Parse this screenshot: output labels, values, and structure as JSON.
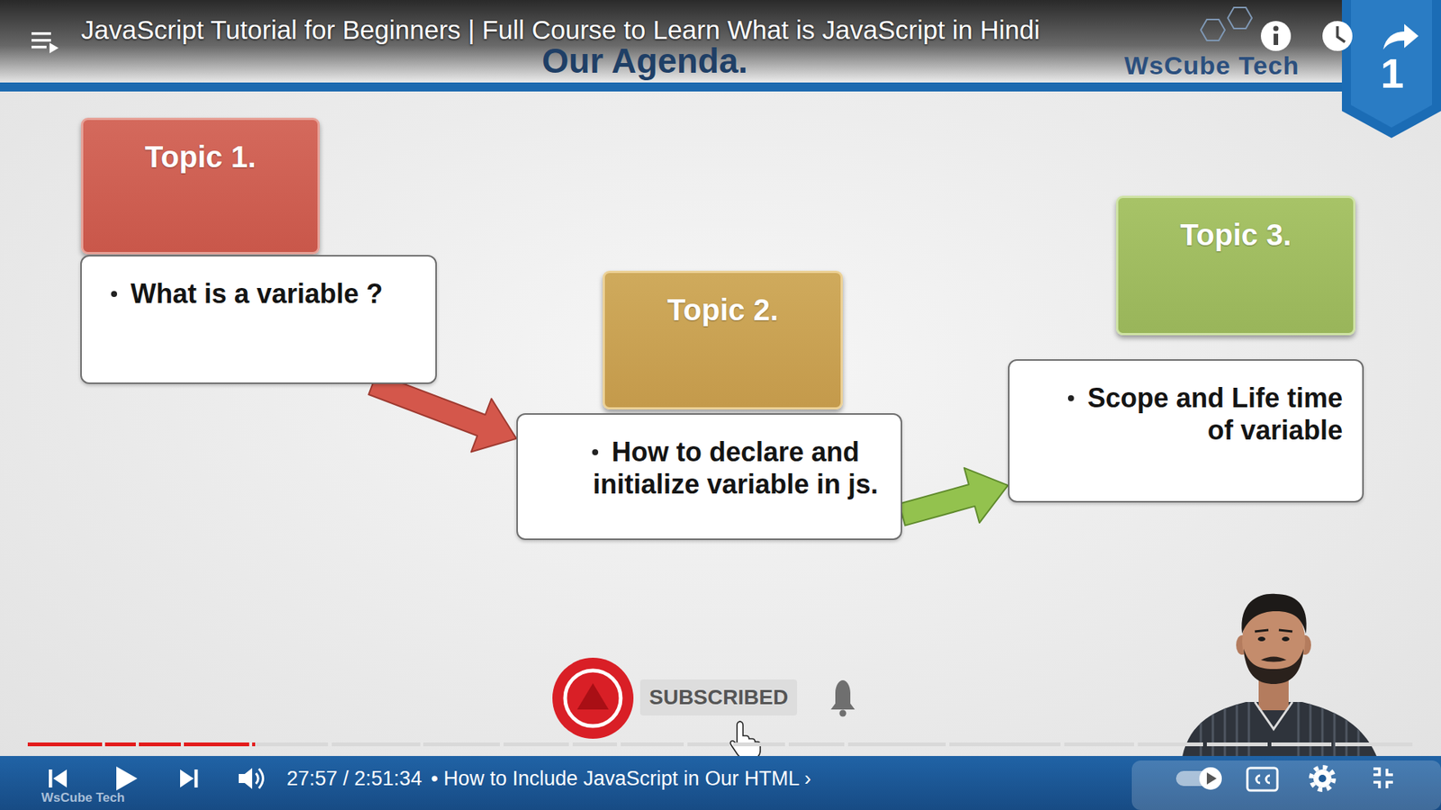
{
  "diagram": {
    "title": "JavaScript Tutorial for Beginners | Full Course to Learn What is JavaScript in Hindi",
    "nodes": [
      {
        "text": [
          "Topic 1."
        ]
      },
      {
        "text": [
          "What is a variable ?"
        ]
      },
      {
        "text": [
          "Topic 2."
        ]
      },
      {
        "text": [
          "How to declare and initialize variable in js."
        ]
      },
      {
        "text": [
          "Topic 3."
        ]
      },
      {
        "text": [
          "Scope and Life time of variable"
        ]
      }
    ],
    "edges": [
      {
        "from": 1,
        "to": 3,
        "arrow": "to"
      },
      {
        "from": 3,
        "to": 5,
        "arrow": "to"
      }
    ],
    "labels": [
      "Our Agenda.",
      "WsCube Tech",
      "1",
      "SUBSCRIBED",
      "27:57 / 2:51:34",
      "• How to Include JavaScript in Our HTML ›",
      "WsCube Tech"
    ]
  }
}
